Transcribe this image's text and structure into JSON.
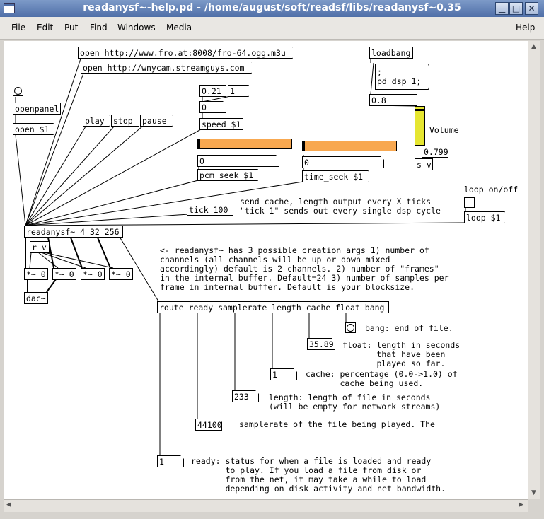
{
  "window": {
    "title": "readanysf~-help.pd  - /home/august/soft/readsf/libs/readanysf~0.35",
    "minimize_glyph": "▁",
    "maximize_glyph": "□",
    "close_glyph": "✕"
  },
  "menu": {
    "file": "File",
    "edit": "Edit",
    "put": "Put",
    "find": "Find",
    "windows": "Windows",
    "media": "Media",
    "help": "Help"
  },
  "patch": {
    "msg_open_url1": "open http://www.fro.at:8008/fro-64.ogg.m3u",
    "msg_open_url2": "open http://wnycam.streamguys.com",
    "obj_openpanel": "openpanel",
    "msg_open_arg": "open $1",
    "msg_play": "play",
    "msg_stop": "stop",
    "msg_pause": "pause",
    "msg_speed_a": "0.21",
    "msg_speed_b": "1",
    "num_speed": "0",
    "msg_speed": "speed $1",
    "num_pcm": "0",
    "msg_pcm_seek": "pcm_seek $1",
    "num_time": "0",
    "msg_time_seek": "time_seek $1",
    "obj_loadbang": "loadbang",
    "msg_dsp_line1": ";",
    "msg_dsp_line2": "pd dsp 1;",
    "msg_08": "0.8",
    "label_volume": "Volume",
    "num_volume": "0.799",
    "obj_sv": "s v",
    "label_loop": "loop on/off",
    "msg_loop": "loop $1",
    "msg_tick": "tick 100",
    "cmt_tick": "send cache, length output every X ticks\n\"tick 1\" sends out every single dsp cycle",
    "obj_readanysf": "readanysf~ 4 32 256",
    "obj_rv": "r v",
    "obj_mul": "*~ 0",
    "obj_dac": "dac~",
    "cmt_args": "<- readanysf~ has 3 possible creation args 1) number of\nchannels (all channels will be up or down mixed\naccordingly) default is 2 channels. 2) number of \"frames\"\nin the internal buffer. Default=24 3) number of samples per\nframe in internal buffer. Default is your blocksize.",
    "obj_route": "route ready samplerate length cache float bang",
    "cmt_bang": "bang: end of file.",
    "num_float": "35.89",
    "cmt_float": "float: length in seconds\n       that have been\n       played so far.",
    "num_cache": "1",
    "cmt_cache": "cache: percentage (0.0->1.0) of\n       cache being used.",
    "num_length": "233",
    "cmt_length": "length: length of file in seconds\n(will be empty for network streams)",
    "num_samplerate": "44100",
    "cmt_samplerate": "samplerate of the file being played. The",
    "num_ready": "1",
    "cmt_ready": "ready: status for when a file is loaded and ready\n       to play. If you load a file from disk or\n       from the net, it may take a while to load\n       depending on disk activity and net bandwidth."
  },
  "values": {
    "pcm_slider_fraction": 0.0,
    "time_slider_fraction": 0.0,
    "volume_slider_fraction": 0.95
  },
  "colors": {
    "slider_orange": "#f8a850",
    "slider_yellow": "#e6e631",
    "titlebar_blue": "#4f6fa8"
  }
}
